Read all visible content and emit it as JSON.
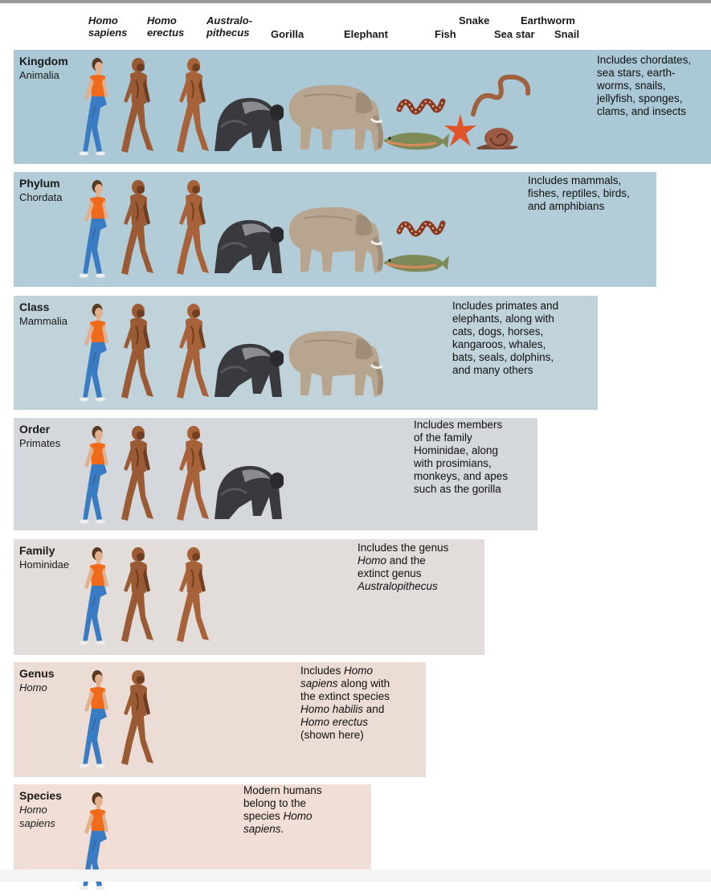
{
  "headers": [
    {
      "id": "homo-sapiens",
      "text": "Homo\nsapiens",
      "italic": true
    },
    {
      "id": "homo-erectus",
      "text": "Homo\nerectus",
      "italic": true
    },
    {
      "id": "australopithecus",
      "text": "Australo-\npithecus",
      "italic": true
    },
    {
      "id": "gorilla",
      "text": "Gorilla",
      "italic": false
    },
    {
      "id": "elephant",
      "text": "Elephant",
      "italic": false
    },
    {
      "id": "fish",
      "text": "Fish",
      "italic": false
    },
    {
      "id": "snake",
      "text": "Snake",
      "italic": false
    },
    {
      "id": "sea-star",
      "text": "Sea star",
      "italic": false
    },
    {
      "id": "earthworm",
      "text": "Earthworm",
      "italic": false
    },
    {
      "id": "snail",
      "text": "Snail",
      "italic": false
    }
  ],
  "levels": [
    {
      "rank": "Kingdom",
      "taxon": "Animalia",
      "taxon_italic": false,
      "color": "#aac8d6",
      "description": [
        "Includes chordates,",
        "sea stars, earth-",
        "worms, snails,",
        "jellyfish, sponges,",
        "clams, and insects"
      ],
      "organisms": [
        "human",
        "erectus",
        "australopithecus",
        "gorilla",
        "elephant",
        "snake",
        "earthworm",
        "fish",
        "sea-star",
        "snail"
      ]
    },
    {
      "rank": "Phylum",
      "taxon": "Chordata",
      "taxon_italic": false,
      "color": "#b3cdd8",
      "description": [
        "Includes mammals,",
        "fishes, reptiles, birds,",
        "and amphibians"
      ],
      "organisms": [
        "human",
        "erectus",
        "australopithecus",
        "gorilla",
        "elephant",
        "snake",
        "fish"
      ]
    },
    {
      "rank": "Class",
      "taxon": "Mammalia",
      "taxon_italic": false,
      "color": "#c0d2da",
      "description": [
        "Includes primates and",
        "elephants, along with",
        "cats, dogs, horses,",
        "kangaroos, whales,",
        "bats, seals, dolphins,",
        "and many others"
      ],
      "organisms": [
        "human",
        "erectus",
        "australopithecus",
        "gorilla",
        "elephant"
      ]
    },
    {
      "rank": "Order",
      "taxon": "Primates",
      "taxon_italic": false,
      "color": "#d4d7db",
      "description": [
        "Includes members",
        "of the family",
        "Hominidae, along",
        "with prosimians,",
        "monkeys, and apes",
        "such as the gorilla"
      ],
      "organisms": [
        "human",
        "erectus",
        "australopithecus",
        "gorilla"
      ]
    },
    {
      "rank": "Family",
      "taxon": "Hominidae",
      "taxon_italic": false,
      "color": "#e2dcda",
      "description": [
        "Includes the genus",
        "*Homo* and the",
        "extinct genus",
        "*Australopithecus*"
      ],
      "organisms": [
        "human",
        "erectus",
        "australopithecus"
      ]
    },
    {
      "rank": "Genus",
      "taxon": "Homo",
      "taxon_italic": true,
      "color": "#ecdcd6",
      "description": [
        "Includes *Homo*",
        "*sapiens* along with",
        "the extinct species",
        "*Homo habilis* and",
        "*Homo erectus*",
        "(shown here)"
      ],
      "organisms": [
        "human",
        "erectus"
      ]
    },
    {
      "rank": "Species",
      "taxon": "Homo\nsapiens",
      "taxon_italic": true,
      "color": "#f1ded6",
      "description": [
        "Modern humans",
        "belong to the",
        "species *Homo*",
        "*sapiens*."
      ],
      "organisms": [
        "human"
      ]
    }
  ]
}
